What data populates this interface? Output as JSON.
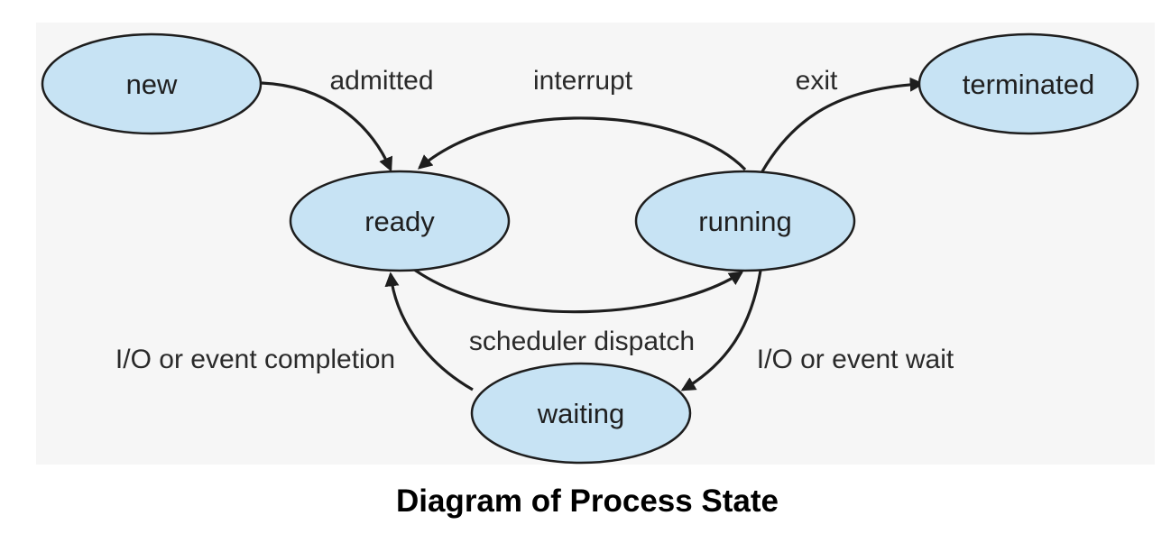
{
  "states": {
    "new": "new",
    "ready": "ready",
    "running": "running",
    "waiting": "waiting",
    "terminated": "terminated"
  },
  "transitions": {
    "admitted": "admitted",
    "interrupt": "interrupt",
    "exit": "exit",
    "scheduler_dispatch": "scheduler dispatch",
    "io_event_completion": "I/O or event completion",
    "io_event_wait": "I/O or event wait"
  },
  "caption": "Diagram of Process State",
  "colors": {
    "state_fill": "#c7e3f4",
    "outline": "#1e1e1e",
    "panel_background": "#f6f6f6"
  }
}
